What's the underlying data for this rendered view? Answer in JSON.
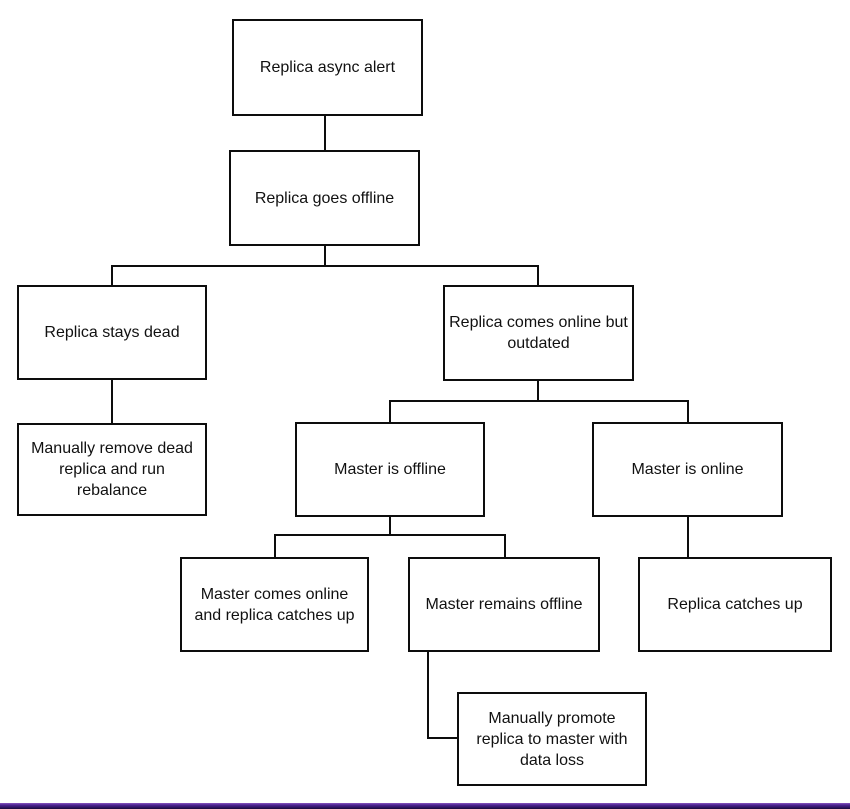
{
  "diagram": {
    "type": "flowchart",
    "root": "Replica async alert",
    "colors": {
      "background": "#ffffff",
      "box_fill": "#ffffff",
      "box_border": "#0d0d0d",
      "text": "#111111",
      "connector": "#0d0d0d",
      "bottom_bar_purple": "#4b2491",
      "bottom_bar_dark": "#180a38"
    },
    "nodes": [
      {
        "id": "replica-async-alert",
        "label": "Replica async alert"
      },
      {
        "id": "replica-goes-offline",
        "label": "Replica goes offline"
      },
      {
        "id": "replica-stays-dead",
        "label": "Replica stays dead"
      },
      {
        "id": "replica-comes-online-but-outdated",
        "label": "Replica comes online but outdated"
      },
      {
        "id": "manually-remove-dead-replica",
        "label": "Manually remove dead replica and run rebalance"
      },
      {
        "id": "master-is-offline",
        "label": "Master is offline"
      },
      {
        "id": "master-is-online",
        "label": "Master is online"
      },
      {
        "id": "master-comes-online-replica-catches-up",
        "label": "Master comes online and replica catches up"
      },
      {
        "id": "master-remains-offline",
        "label": "Master remains offline"
      },
      {
        "id": "replica-catches-up",
        "label": "Replica catches up"
      },
      {
        "id": "manually-promote-replica",
        "label": "Manually promote replica to master with data loss"
      }
    ],
    "edges": [
      {
        "from": "replica-async-alert",
        "to": "replica-goes-offline"
      },
      {
        "from": "replica-goes-offline",
        "to": "replica-stays-dead"
      },
      {
        "from": "replica-goes-offline",
        "to": "replica-comes-online-but-outdated"
      },
      {
        "from": "replica-stays-dead",
        "to": "manually-remove-dead-replica"
      },
      {
        "from": "replica-comes-online-but-outdated",
        "to": "master-is-offline"
      },
      {
        "from": "replica-comes-online-but-outdated",
        "to": "master-is-online"
      },
      {
        "from": "master-is-offline",
        "to": "master-comes-online-replica-catches-up"
      },
      {
        "from": "master-is-offline",
        "to": "master-remains-offline"
      },
      {
        "from": "master-is-online",
        "to": "replica-catches-up"
      },
      {
        "from": "master-remains-offline",
        "to": "manually-promote-replica"
      }
    ]
  }
}
